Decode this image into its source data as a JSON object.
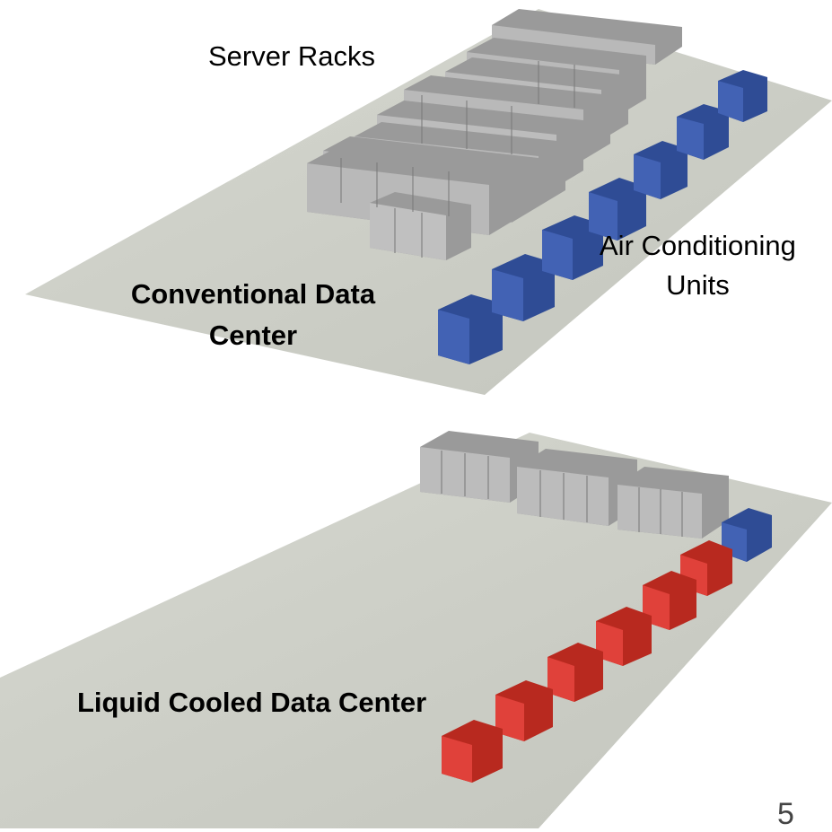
{
  "labels": {
    "server_racks": "Server Racks",
    "air_conditioning": [
      "Air Conditioning",
      "Units"
    ],
    "conventional": [
      "Conventional Data",
      "Center"
    ],
    "liquid_cooled": "Liquid Cooled Data Center",
    "page_number": "5"
  },
  "colors": {
    "floor": "#c9cbc3",
    "rack": "#b3b3b3",
    "ac_unit_blue": "#3d5aa6",
    "cooling_unit_red": "#d9352a"
  }
}
